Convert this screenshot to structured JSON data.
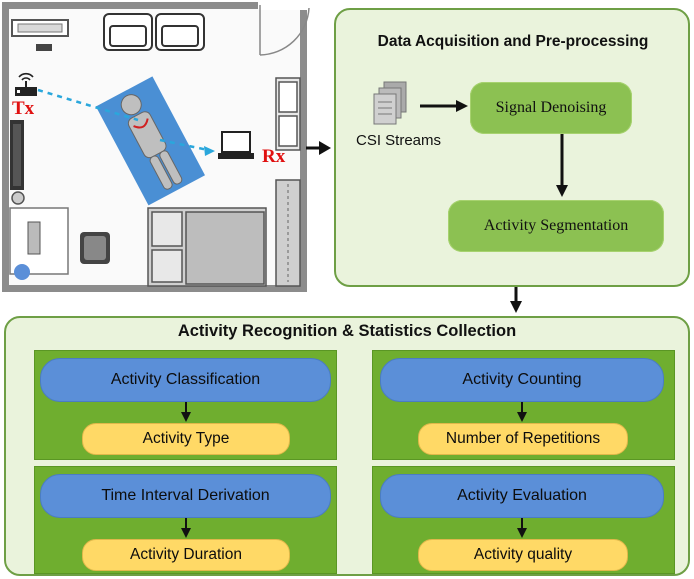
{
  "room": {
    "tx_label": "Tx",
    "rx_label": "Rx"
  },
  "acquisition": {
    "title": "Data Acquisition and Pre-processing",
    "csi_label": "CSI Streams",
    "denoising": "Signal Denoising",
    "segmentation": "Activity Segmentation"
  },
  "recognition": {
    "title": "Activity Recognition & Statistics Collection",
    "blocks": [
      {
        "process": "Activity Classification",
        "output": "Activity Type"
      },
      {
        "process": "Activity Counting",
        "output": "Number of Repetitions"
      },
      {
        "process": "Time Interval Derivation",
        "output": "Activity Duration"
      },
      {
        "process": "Activity Evaluation",
        "output": "Activity quality"
      }
    ]
  },
  "colors": {
    "panel_border": "#6e9f45",
    "panel_fill": "#eaf3dc",
    "green_box": "#8cc152",
    "sub_box": "#6fae2f",
    "blue_pill": "#5b8fd8",
    "yellow_pill": "#ffd966",
    "label_red": "#e01010",
    "wifi_path": "#2aa7dc"
  }
}
